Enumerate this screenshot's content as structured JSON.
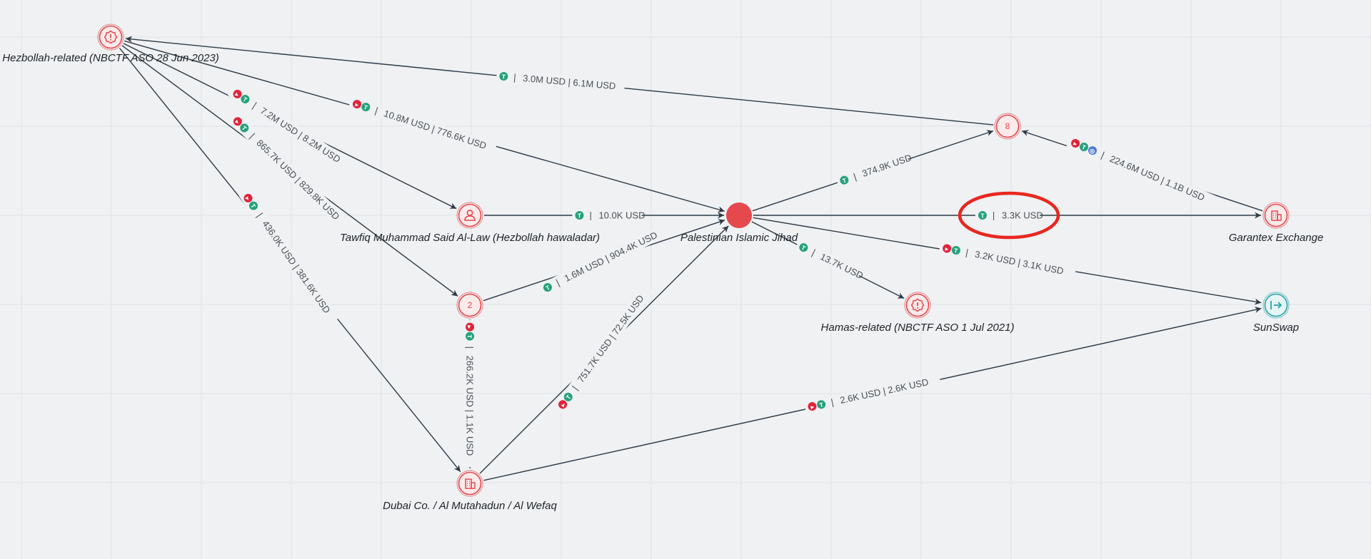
{
  "colors": {
    "background": "#eff1f3",
    "grid": "#dfe3e7",
    "edge": "#2e3a44",
    "node_red": "#e5484d",
    "node_teal": "#2aa3a8",
    "label_bg": "#eff1f3",
    "label_text": "#4a5056",
    "usdt_green": "#26a17b",
    "trx_red": "#e1233a",
    "usdc_blue": "#4f79d6",
    "highlight": "#e8271f"
  },
  "nodes": {
    "hezbollah": {
      "label": "Hezbollah-related (NBCTF ASO 28 Jun 2023)",
      "icon": "alert-icon"
    },
    "tawfiq": {
      "label": "Tawfiq Muhammad Said Al-Law (Hezbollah hawaladar)",
      "icon": "person-icon"
    },
    "pij": {
      "label": "Palestinian Islamic Jihad",
      "icon": "solid-dot"
    },
    "cluster8": {
      "label": "",
      "count": "8",
      "icon": "cluster-count"
    },
    "cluster2": {
      "label": "",
      "count": "2",
      "icon": "cluster-count"
    },
    "garantex": {
      "label": "Garantex Exchange",
      "icon": "building-icon"
    },
    "sunswap": {
      "label": "SunSwap",
      "icon": "swap-arrow-icon"
    },
    "hamas": {
      "label": "Hamas-related (NBCTF ASO 1 Jul 2021)",
      "icon": "alert-icon"
    },
    "dubai": {
      "label": "Dubai Co. / Al Mutahadun / Al Wefaq",
      "icon": "building-icon"
    }
  },
  "edges": [
    {
      "id": "e1",
      "text": "3.0M USD  |  6.1M USD",
      "tokens": [
        "usdt"
      ]
    },
    {
      "id": "e2",
      "text": "10.8M USD  |  776.6K USD",
      "tokens": [
        "trx",
        "usdt"
      ]
    },
    {
      "id": "e3",
      "text": "7.2M USD  |  8.2M USD",
      "tokens": [
        "trx",
        "usdt"
      ]
    },
    {
      "id": "e4",
      "text": "865.7K USD  |  829.8K USD",
      "tokens": [
        "trx",
        "usdt"
      ]
    },
    {
      "id": "e5",
      "text": "436.0K USD  |  381.6K USD",
      "tokens": [
        "trx",
        "usdt"
      ]
    },
    {
      "id": "e6",
      "text": "10.0K USD",
      "tokens": [
        "usdt"
      ]
    },
    {
      "id": "e7",
      "text": "374.9K USD",
      "tokens": [
        "usdt"
      ]
    },
    {
      "id": "e8",
      "text": "224.6M USD  |  1.1B USD",
      "tokens": [
        "trx",
        "usdt",
        "usdc"
      ]
    },
    {
      "id": "e9",
      "text": "3.3K USD",
      "tokens": [
        "usdt"
      ],
      "highlighted": true
    },
    {
      "id": "e10",
      "text": "3.2K USD  |  3.1K USD",
      "tokens": [
        "trx",
        "usdt"
      ]
    },
    {
      "id": "e11",
      "text": "13.7K USD",
      "tokens": [
        "usdt"
      ]
    },
    {
      "id": "e12",
      "text": "1.6M USD  |  904.4K USD",
      "tokens": [
        "usdt"
      ]
    },
    {
      "id": "e13",
      "text": "751.7K USD  |  72.5K USD",
      "tokens": [
        "trx",
        "usdt"
      ]
    },
    {
      "id": "e14",
      "text": "266.2K USD  |  1.1K USD",
      "tokens": [
        "trx",
        "usdt"
      ]
    },
    {
      "id": "e15",
      "text": "2.6K USD  |  2.6K USD",
      "tokens": [
        "trx",
        "usdt"
      ]
    }
  ]
}
